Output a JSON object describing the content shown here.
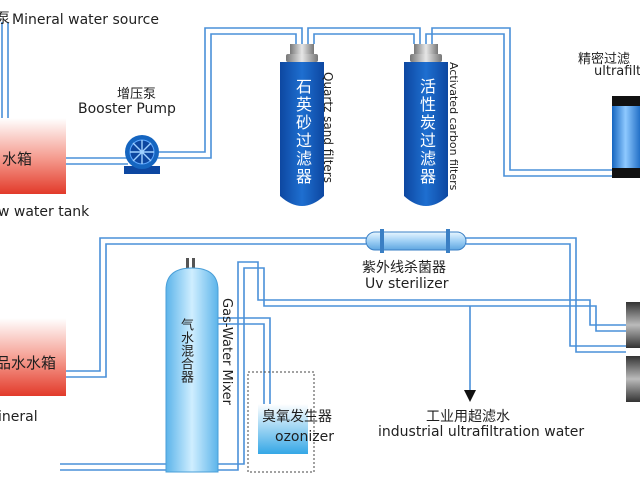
{
  "labels": {
    "mineral_source": "Mineral water source",
    "mineral_source_cn": "泵",
    "booster_cn": "增压泵",
    "booster_en": "Booster Pump",
    "raw_tank_cn": "水箱",
    "raw_tank_en": "w water tank",
    "quartz_cn": "石英砂过滤器",
    "quartz_en": "Quartz sand filters",
    "carbon_cn": "活性炭过滤器",
    "carbon_en": "Activated carbon filters",
    "ultra_cn": "精密过滤",
    "ultra_en": "ultrafilt",
    "uv_cn": "紫外线杀菌器",
    "uv_en": "Uv sterilizer",
    "mineral_tank_cn": "品水水箱",
    "mineral_tank_en": "ineral",
    "mixer_cn": "气水混合器",
    "mixer_en": "Gas-Water Mixer",
    "ozonizer_cn": "臭氧发生器",
    "ozonizer_en": "ozonizer",
    "industrial_cn": "工业用超滤水",
    "industrial_en": "industrial ultrafiltration water"
  },
  "colors": {
    "pipe": "#4a90d9",
    "pipe_light": "#dbeafb",
    "tank_red": "#e8412f",
    "filter_blue": "#1565c0",
    "mixer_blue": "#7ec8f0"
  }
}
